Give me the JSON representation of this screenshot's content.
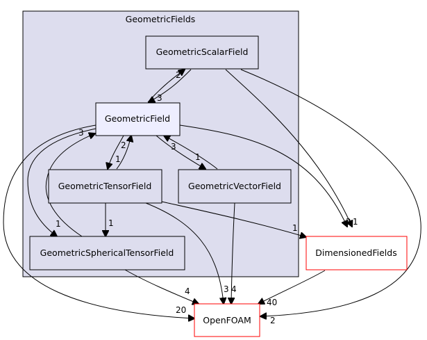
{
  "cluster": {
    "label": "GeometricFields",
    "fill": "#ddddee",
    "stroke": "#000000"
  },
  "nodes": {
    "geometric_scalar_field": {
      "label": "GeometricScalarField",
      "fill": "#ddddee",
      "stroke": "#000000"
    },
    "geometric_field": {
      "label": "GeometricField",
      "fill": "#eeeeff",
      "stroke": "#000000"
    },
    "geometric_tensor_field": {
      "label": "GeometricTensorField",
      "fill": "#ddddee",
      "stroke": "#000000"
    },
    "geometric_vector_field": {
      "label": "GeometricVectorField",
      "fill": "#ddddee",
      "stroke": "#000000"
    },
    "geometric_spherical_tensor_field": {
      "label": "GeometricSphericalTensorField",
      "fill": "#ddddee",
      "stroke": "#000000"
    },
    "dimensioned_fields": {
      "label": "DimensionedFields",
      "fill": "#ffffff",
      "stroke": "#ff0000"
    },
    "openfoam": {
      "label": "OpenFOAM",
      "fill": "#ffffff",
      "stroke": "#ff0000"
    }
  },
  "edges": [
    {
      "from": "GeometricScalarField",
      "to": "GeometricField",
      "count": "3"
    },
    {
      "from": "GeometricField",
      "to": "GeometricScalarField",
      "count": "2"
    },
    {
      "from": "GeometricField",
      "to": "GeometricTensorField",
      "count": "1"
    },
    {
      "from": "GeometricTensorField",
      "to": "GeometricField",
      "count": "2"
    },
    {
      "from": "GeometricField",
      "to": "GeometricVectorField",
      "count": "1"
    },
    {
      "from": "GeometricVectorField",
      "to": "GeometricField",
      "count": "3"
    },
    {
      "from": "GeometricField",
      "to": "GeometricSphericalTensorField",
      "count": "1"
    },
    {
      "from": "GeometricSphericalTensorField",
      "to": "GeometricField",
      "count": "3"
    },
    {
      "from": "GeometricTensorField",
      "to": "GeometricSphericalTensorField",
      "count": "1"
    },
    {
      "from": "GeometricScalarField",
      "to": "DimensionedFields",
      "count": "1"
    },
    {
      "from": "GeometricField",
      "to": "DimensionedFields",
      "count": "2"
    },
    {
      "from": "GeometricTensorField",
      "to": "DimensionedFields",
      "count": "1"
    },
    {
      "from": "GeometricScalarField",
      "to": "OpenFOAM",
      "count": "2"
    },
    {
      "from": "GeometricField",
      "to": "OpenFOAM",
      "count": "20"
    },
    {
      "from": "GeometricTensorField",
      "to": "OpenFOAM",
      "count": "3"
    },
    {
      "from": "GeometricVectorField",
      "to": "OpenFOAM",
      "count": "4"
    },
    {
      "from": "GeometricSphericalTensorField",
      "to": "OpenFOAM",
      "count": "4"
    },
    {
      "from": "DimensionedFields",
      "to": "OpenFOAM",
      "count": "40"
    }
  ]
}
